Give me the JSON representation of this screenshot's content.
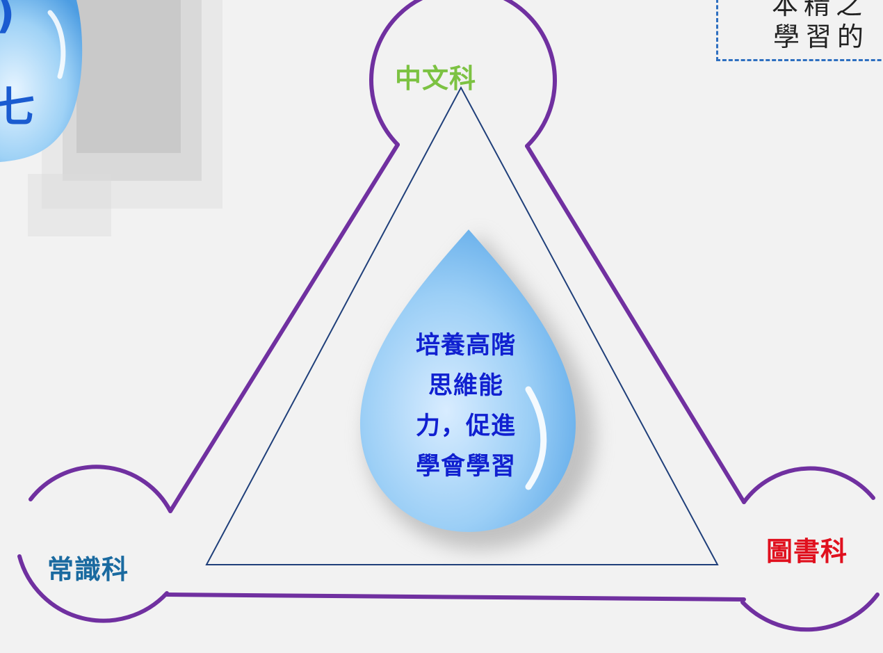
{
  "colors": {
    "background": "#f2f2f2",
    "frame": "#7030a0",
    "inner_triangle": "#1f3f7a",
    "top_node": "#7cc242",
    "left_node": "#1a6aa0",
    "right_node": "#e0101e",
    "center_text": "#1020d0",
    "note_border": "#2e6fc0"
  },
  "nodes": {
    "top": "中文科",
    "left": "常識科",
    "right": "圖書科"
  },
  "center": {
    "lines": [
      "培養高階",
      "思維能",
      "力，促進",
      "學會學習"
    ]
  },
  "note": {
    "line1": "本精之",
    "line2": "學習的"
  },
  "decorations": {
    "top_left": "water-drop-with-mosaic-shadow",
    "center": "water-drop"
  }
}
